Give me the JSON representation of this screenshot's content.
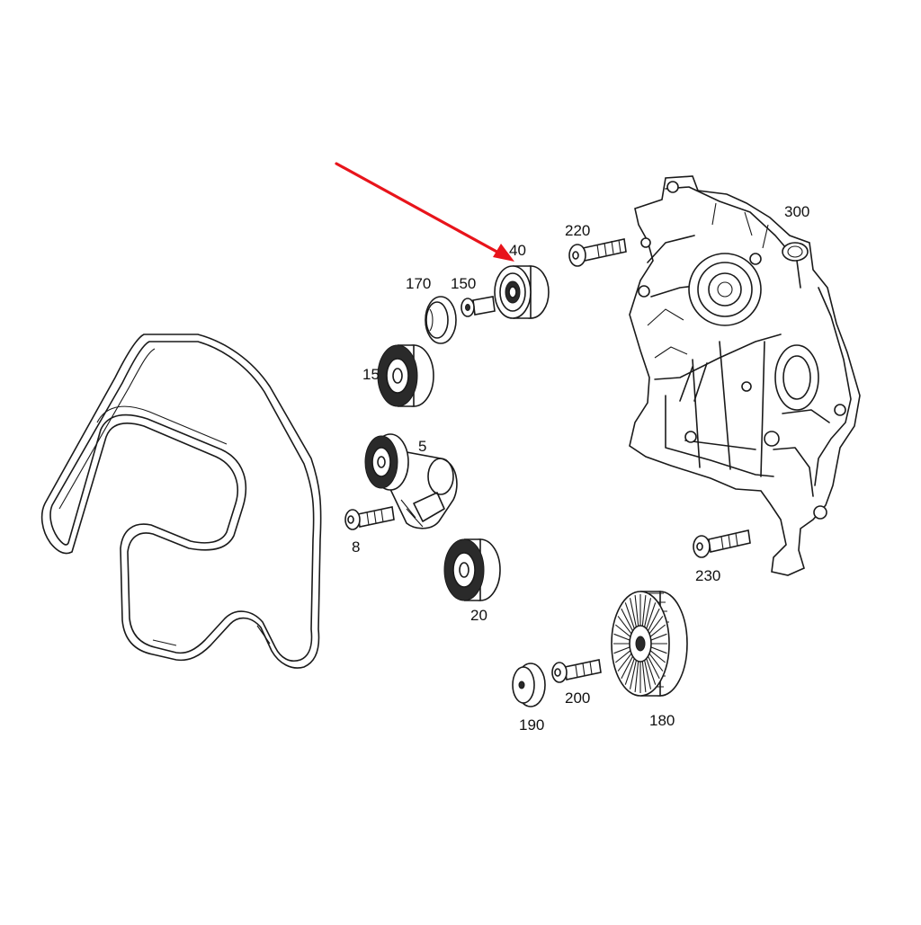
{
  "diagram": {
    "labels": {
      "p300": "300",
      "p220": "220",
      "p40": "40",
      "p170": "170",
      "p150": "150",
      "p15": "15",
      "p5": "5",
      "p8": "8",
      "p20": "20",
      "p230": "230",
      "p200": "200",
      "p190": "190",
      "p180": "180"
    },
    "arrow_color": "#e8141b",
    "highlighted_part": "40"
  }
}
